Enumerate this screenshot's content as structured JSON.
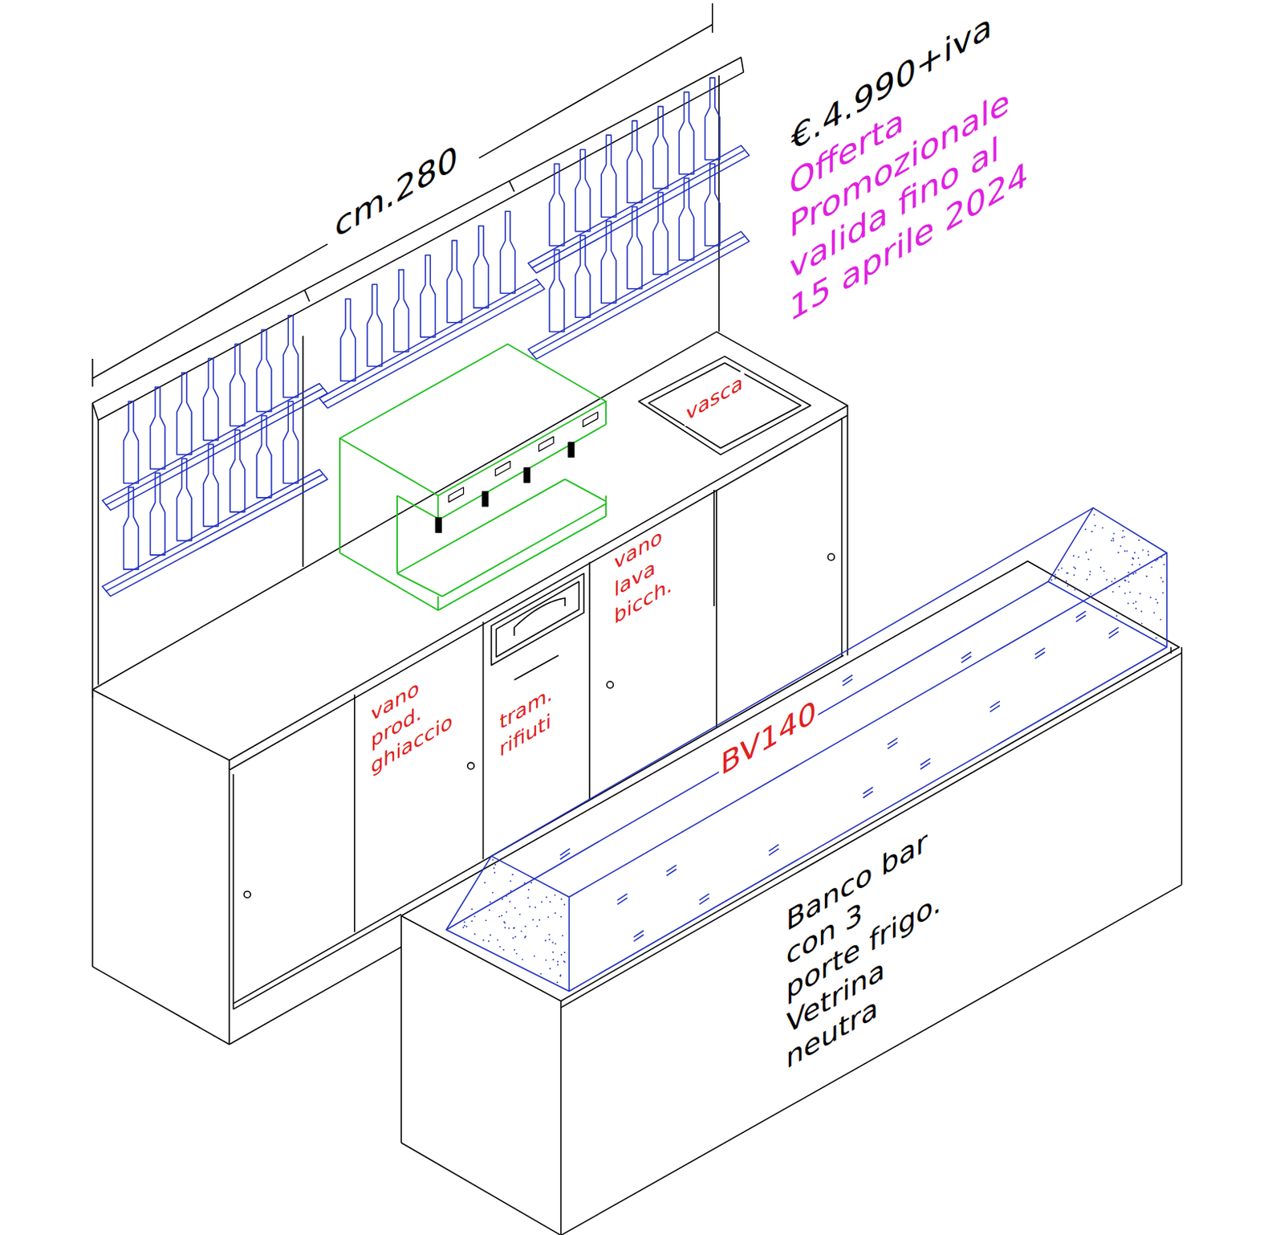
{
  "diagram": {
    "labels": [
      "cm.280",
      "€.4.990+iva",
      "Offerta Promozionale valida fino al 15 aprile 2024",
      "vasca",
      "vano lava bicch.",
      "vano prod. ghiaccio",
      "tram. rifiuti",
      "BV140",
      "Banco bar con 3 porte frigo. Vetrina neutra"
    ]
  }
}
